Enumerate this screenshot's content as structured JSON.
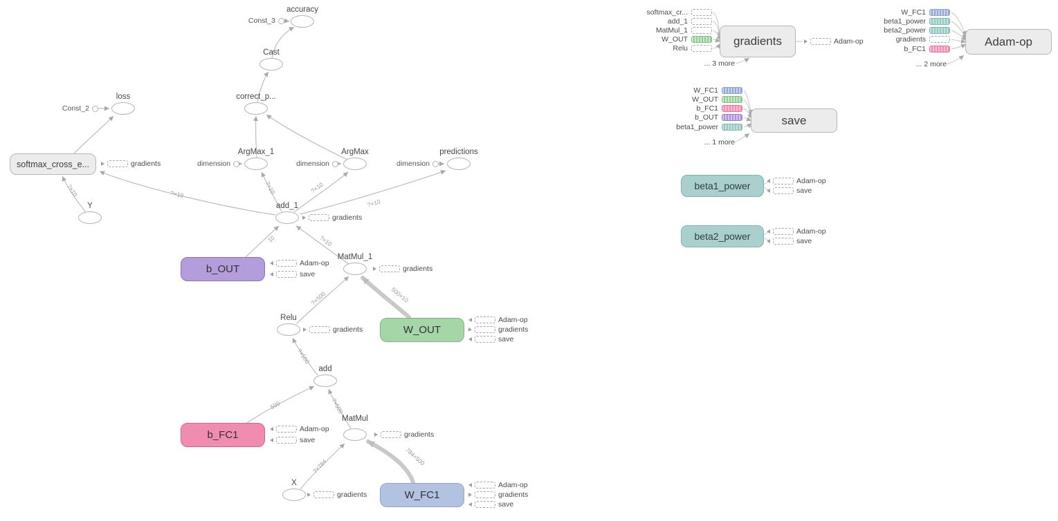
{
  "left": {
    "ops": {
      "accuracy": "accuracy",
      "cast": "Cast",
      "correct": "correct_p...",
      "loss": "loss",
      "argmax1": "ArgMax_1",
      "argmax": "ArgMax",
      "predictions": "predictions",
      "y": "Y",
      "add1": "add_1",
      "matmul1": "MatMul_1",
      "relu": "Relu",
      "add": "add",
      "matmul": "MatMul",
      "x": "X"
    },
    "consts": {
      "const3": "Const_3",
      "const2": "Const_2",
      "dimension": "dimension"
    },
    "vars": {
      "softmax": "softmax_cross_e...",
      "b_out": "b_OUT",
      "w_out": "W_OUT",
      "b_fc1": "b_FC1",
      "w_fc1": "W_FC1"
    },
    "stubs": {
      "gradients": "gradients",
      "adam": "Adam-op",
      "save": "save"
    },
    "edge_labels": [
      "?×10",
      "?×10",
      "?×10",
      "?×10",
      "?×10",
      "10",
      "?×10",
      "?×500",
      "500×10",
      "?×500",
      "500",
      "?×500",
      "?×784",
      "784×500"
    ]
  },
  "right": {
    "gradients": {
      "title": "gradients",
      "inputs": [
        "softmax_cr...",
        "add_1",
        "MatMul_1",
        "W_OUT",
        "Relu",
        "... 3 more"
      ],
      "output": "Adam-op"
    },
    "adam": {
      "title": "Adam-op",
      "inputs": [
        "W_FC1",
        "beta1_power",
        "beta2_power",
        "gradients",
        "b_FC1",
        "... 2 more"
      ]
    },
    "save": {
      "title": "save",
      "inputs": [
        "W_FC1",
        "W_OUT",
        "b_FC1",
        "b_OUT",
        "beta1_power",
        "... 1 more"
      ]
    },
    "beta1": {
      "title": "beta1_power",
      "refs": [
        "Adam-op",
        "save"
      ]
    },
    "beta2": {
      "title": "beta2_power",
      "refs": [
        "Adam-op",
        "save"
      ]
    }
  },
  "colors": {
    "var_purple": "#b39ddb",
    "var_green": "#a5d6a7",
    "var_pink": "#f08cb0",
    "var_blue": "#b2c3e2",
    "var_teal": "#a9d0cd",
    "node_gray": "#ececec",
    "edge_gray": "#bdbdbd"
  }
}
